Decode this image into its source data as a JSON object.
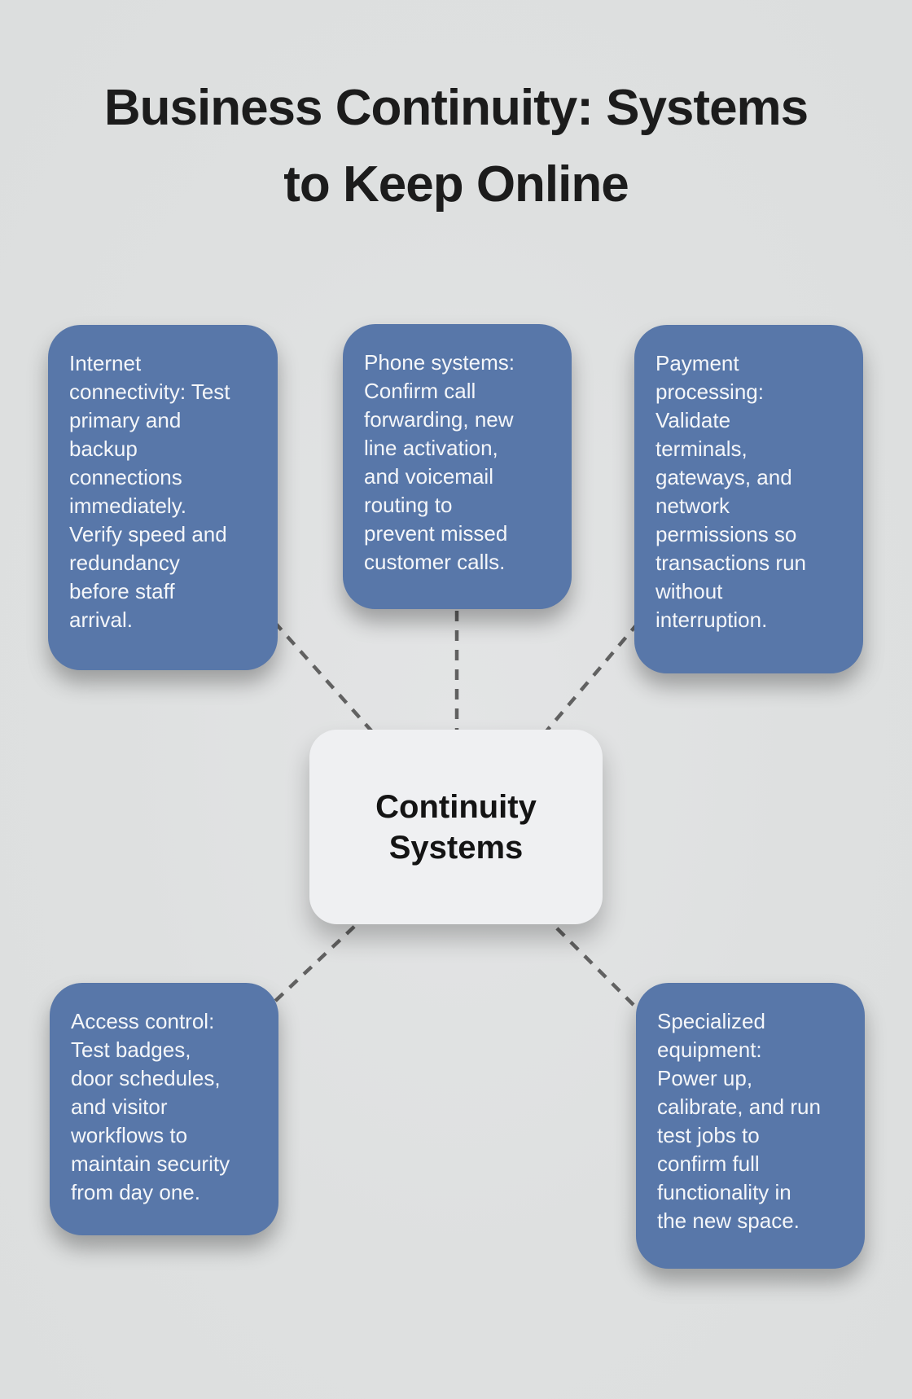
{
  "title": "Business Continuity: Systems\nto Keep Online",
  "hub": {
    "label": "Continuity\nSystems"
  },
  "nodes": [
    {
      "id": "internet-connectivity",
      "text": "Internet\nconnectivity: Test\nprimary and\nbackup\nconnections\nimmediately.\nVerify speed and\nredundancy\nbefore staff\narrival."
    },
    {
      "id": "phone-systems",
      "text": "Phone systems:\nConfirm call\nforwarding, new\nline activation,\nand voicemail\nrouting to\nprevent missed\ncustomer calls."
    },
    {
      "id": "payment-processing",
      "text": "Payment\nprocessing:\nValidate\nterminals,\ngateways, and\nnetwork\npermissions so\ntransactions run\nwithout\ninterruption."
    },
    {
      "id": "access-control",
      "text": "Access control:\nTest badges,\ndoor schedules,\nand visitor\nworkflows to\nmaintain security\nfrom day one."
    },
    {
      "id": "specialized-equipment",
      "text": "Specialized\nequipment:\nPower up,\ncalibrate, and run\ntest jobs to\nconfirm full\nfunctionality in\nthe new space."
    }
  ],
  "colors": {
    "background": "#dee0e0",
    "node_fill": "#5877a9",
    "node_text": "#f4f6f9",
    "hub_fill": "#eff0f2",
    "hub_text": "#141414",
    "title_text": "#1c1c1c",
    "connector": "#616161"
  }
}
